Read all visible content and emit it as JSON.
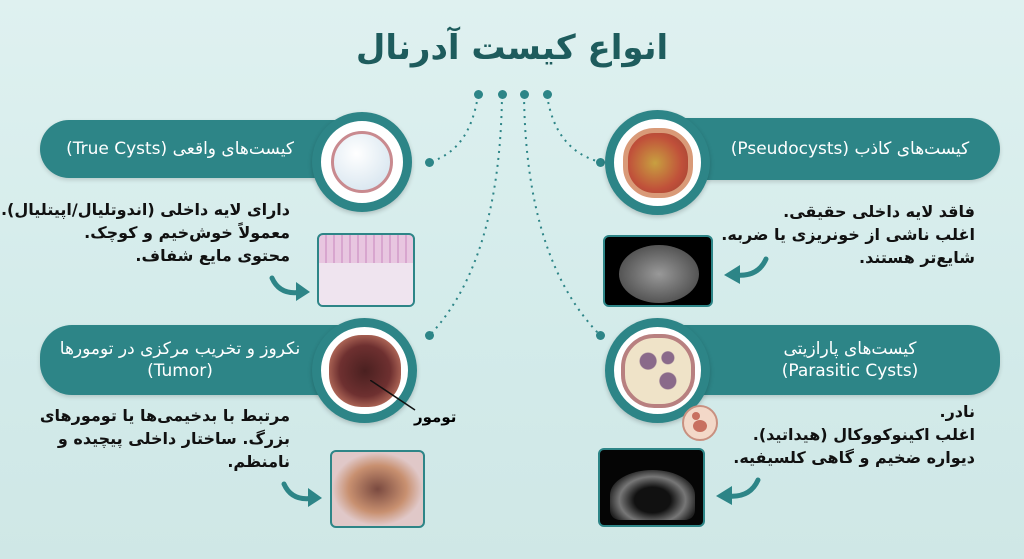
{
  "title": "انواع کیست آدرنال",
  "cards": [
    {
      "id": "true",
      "heading": "کیست‌های واقعی (True Cysts)",
      "lines": [
        "دارای لایه داخلی (اندوتلیال/اپیتلیال).",
        "معمولاً خوش‌خیم و کوچک.",
        "محتوی مایع شفاف."
      ],
      "image": "histology-image"
    },
    {
      "id": "pseudo",
      "heading": "کیست‌های کاذب (Pseudocysts)",
      "lines": [
        "فاقد لایه داخلی حقیقی.",
        "اغلب ناشی از خونریزی یا ضربه.",
        "شایع‌تر هستند."
      ],
      "image": "ct-scan-image"
    },
    {
      "id": "tumor",
      "heading_line1": "نکروز و تخریب مرکزی در تومورها",
      "heading_line2": "(Tumor)",
      "lines": [
        "مرتبط با بدخیمی‌ها یا تومورهای",
        "بزرگ. ساختار داخلی پیچیده و",
        "نامنظم."
      ],
      "callout": "تومور",
      "image": "pathology-image"
    },
    {
      "id": "parasitic",
      "heading_line1": "کیست‌های پارازیتی",
      "heading_line2": "(Parasitic Cysts)",
      "lines": [
        "نادر.",
        "اغلب اکینوکووکال (هیداتید).",
        "دیواره ضخیم و گاهی کلسیفیه."
      ],
      "image": "ultrasound-image"
    }
  ],
  "colors": {
    "primary": "#2d8587",
    "title": "#1e5c5d",
    "background": "#d9eeee"
  }
}
